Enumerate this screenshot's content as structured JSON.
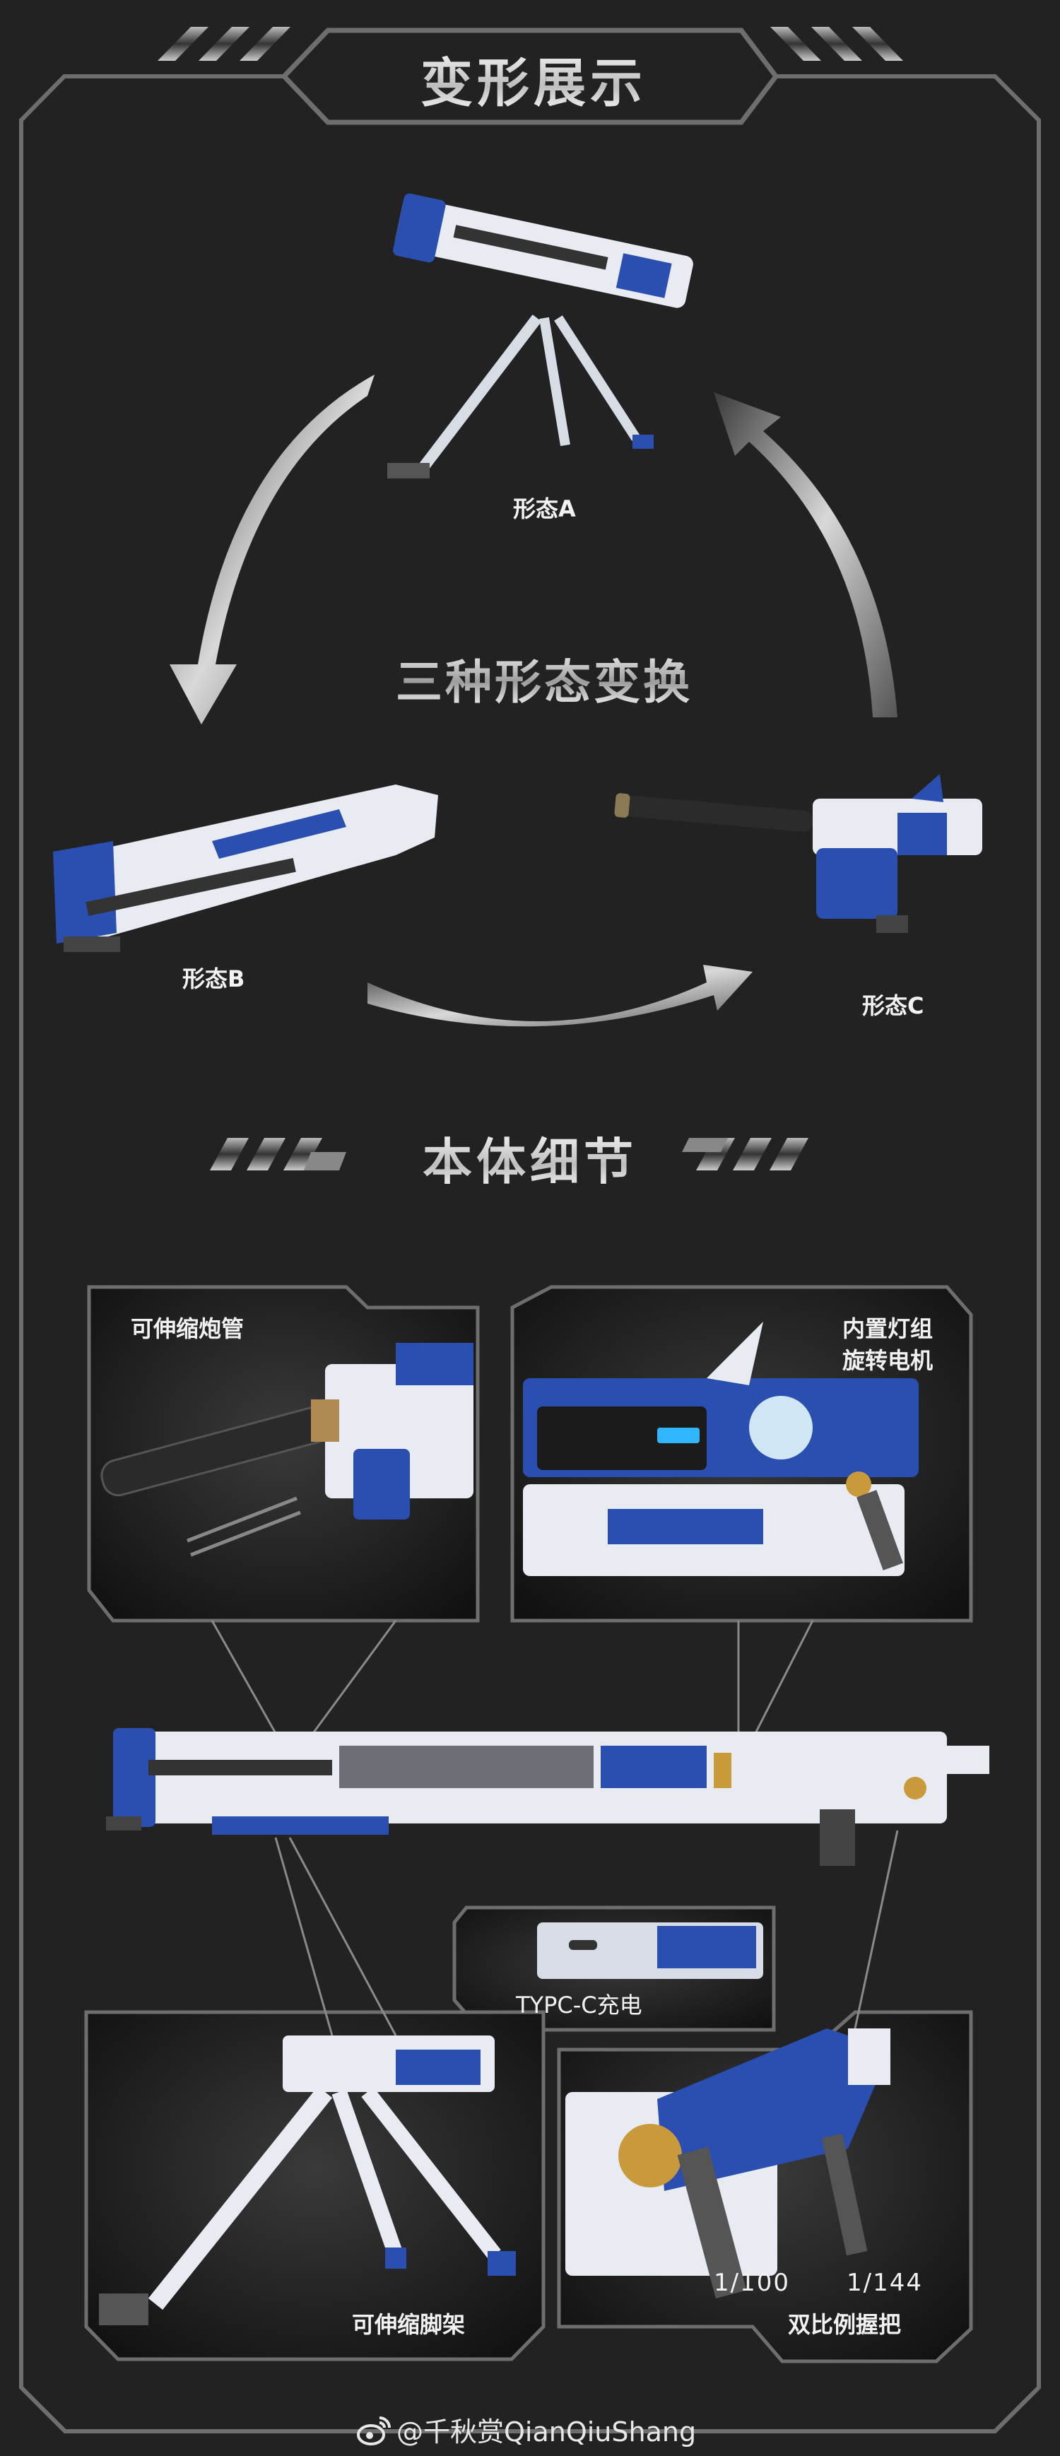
{
  "header": {
    "title": "变形展示"
  },
  "transform": {
    "center_title": "三种形态变换",
    "form_a": "形态A",
    "form_b": "形态B",
    "form_c": "形态C"
  },
  "details": {
    "title": "本体细节",
    "barrel": "可伸缩炮管",
    "light_line1": "内置灯组",
    "light_line2": "旋转电机",
    "typec": "TYPC-C充电",
    "bipod": "可伸缩脚架",
    "scale_1": "1/100",
    "scale_2": "1/144",
    "grip": "双比例握把"
  },
  "watermark": {
    "text": "@千秋赏QianQiuShang",
    "icon": "weibo-icon"
  },
  "colors": {
    "background": "#222222",
    "frame": "#6e6e6e",
    "blue": "#2a4fb0",
    "white": "#e8ecf2"
  }
}
